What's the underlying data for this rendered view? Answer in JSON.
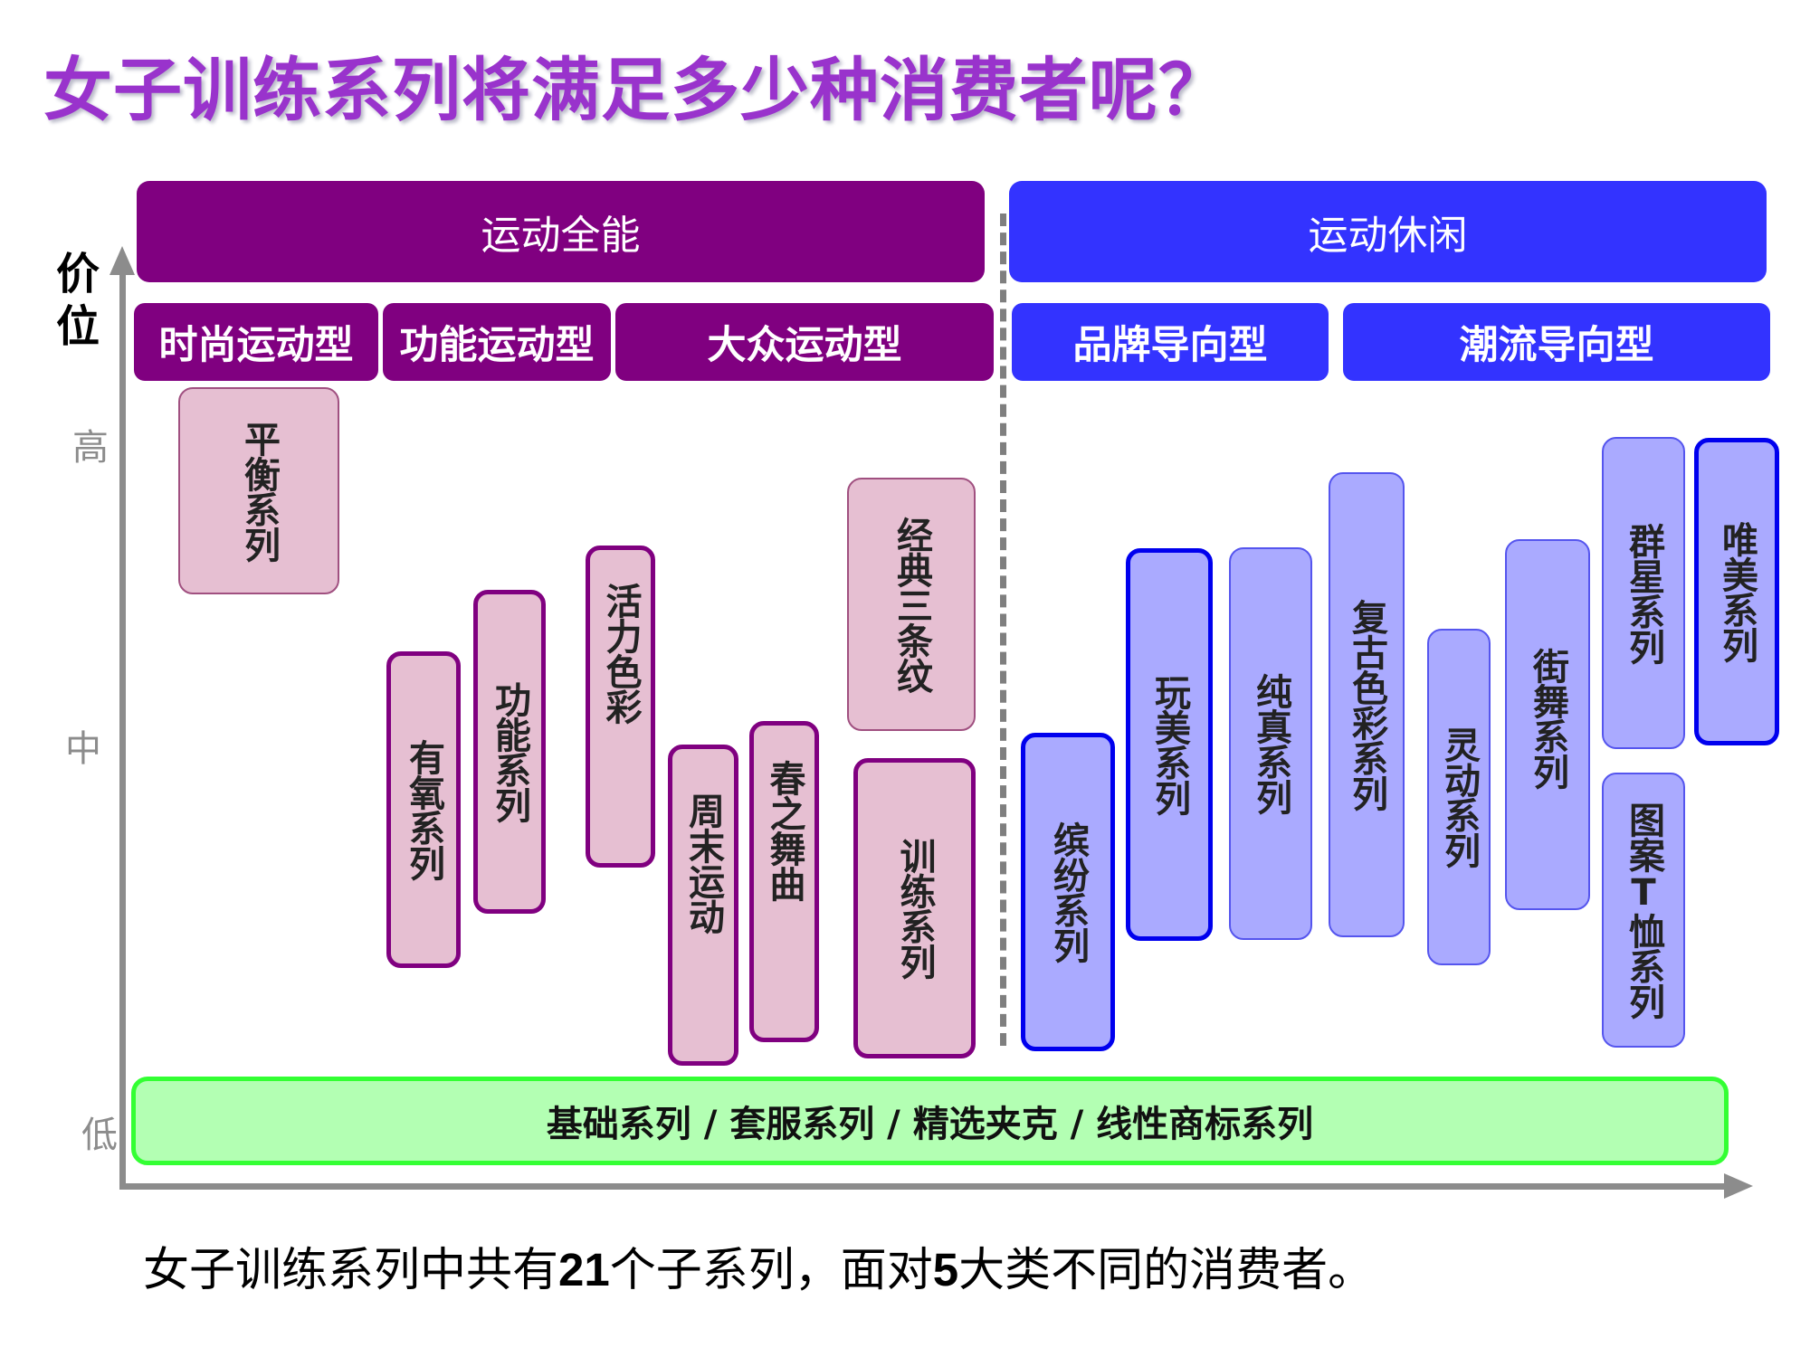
{
  "title": "女子训练系列将满足多少种消费者呢？",
  "y_axis": {
    "label": "价位",
    "levels": {
      "high": "高",
      "mid": "中",
      "low": "低"
    }
  },
  "colors": {
    "purple": "#800080",
    "blue": "#3333ff",
    "pink_fill": "#e6bfd2",
    "lavender_fill": "#aaaaff",
    "green_fill": "#b3ffb3",
    "green_border": "#33ff33",
    "title": "#9933cc"
  },
  "categories": {
    "sport_all_round": {
      "label": "运动全能",
      "subtypes": [
        "时尚运动型",
        "功能运动型",
        "大众运动型"
      ]
    },
    "sport_casual": {
      "label": "运动休闲",
      "subtypes": [
        "品牌导向型",
        "潮流导向型"
      ]
    }
  },
  "series": {
    "pinghengxilie": {
      "label": "平衡系列",
      "price_level": "高"
    },
    "youyangxilie": {
      "label": "有氧系列",
      "price_level": "中"
    },
    "gongnengxilie": {
      "label": "功能系列",
      "price_level": "中"
    },
    "huolisecai": {
      "label": "活力色彩",
      "price_level": "中"
    },
    "zhoumoyundong": {
      "label": "周末运动",
      "price_level": "中"
    },
    "chunzhiwuqu": {
      "label": "春之舞曲",
      "price_level": "中"
    },
    "jingdiansantiaowen": {
      "label": "经典三条纹",
      "price_level": "中"
    },
    "xunlianxilie": {
      "label": "训练系列",
      "price_level": "中"
    },
    "binfenxilie": {
      "label": "缤纷系列",
      "price_level": "中"
    },
    "wanmeixilie": {
      "label": "玩美系列",
      "price_level": "中"
    },
    "chunzhenxilie": {
      "label": "纯真系列",
      "price_level": "中"
    },
    "fugusecaixilie": {
      "label": "复古色彩系列",
      "price_level": "中"
    },
    "lingdongxilie": {
      "label": "灵动系列",
      "price_level": "中"
    },
    "jiewuxilie": {
      "label": "街舞系列",
      "price_level": "中"
    },
    "qunxingxilie": {
      "label": "群星系列",
      "price_level": "中"
    },
    "tuantxuxilie": {
      "label": "图案T恤系列",
      "price_level": "中"
    },
    "weimeixilie": {
      "label": "唯美系列",
      "price_level": "中"
    }
  },
  "base_series": "基础系列 / 套服系列 / 精选夹克 / 线性商标系列",
  "caption": {
    "part1": "女子训练系列中共有",
    "count_series": "21",
    "part2": "个子系列，面对",
    "count_consumers": "5",
    "part3": "大类不同的消费者。"
  }
}
